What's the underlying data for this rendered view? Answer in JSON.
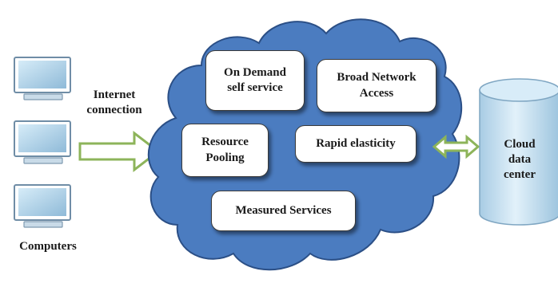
{
  "left": {
    "computers_label": "Computers",
    "connection_label": "Internet\nconnection"
  },
  "cloud": {
    "services": [
      "On Demand\nself service",
      "Broad Network\nAccess",
      "Resource\nPooling",
      "Rapid elasticity",
      "Measured Services"
    ]
  },
  "datacenter": {
    "label": "Cloud\ndata\ncenter"
  },
  "colors": {
    "cloud_fill": "#4b7cc0",
    "cloud_stroke": "#2b4f86",
    "arrow_stroke": "#8db45a",
    "cylinder_fill": "#c5e0f0",
    "monitor_screen": "#a9cde6"
  }
}
